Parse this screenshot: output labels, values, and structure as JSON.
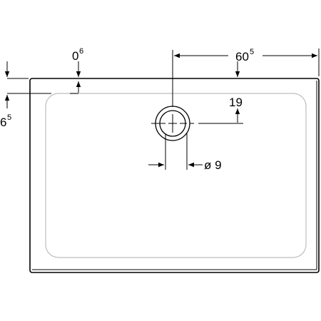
{
  "dimensions": {
    "rim_height": {
      "main": "0",
      "sup": "6"
    },
    "outer_width_offset": {
      "main": "60",
      "sup": "5"
    },
    "drain_offset": {
      "main": "19",
      "sup": ""
    },
    "drain_diameter": {
      "main": "ø 9",
      "sup": ""
    },
    "side_height": {
      "main": "6",
      "sup": "5"
    }
  },
  "colors": {
    "line": "#000000",
    "inner": "#c8c8c8"
  }
}
